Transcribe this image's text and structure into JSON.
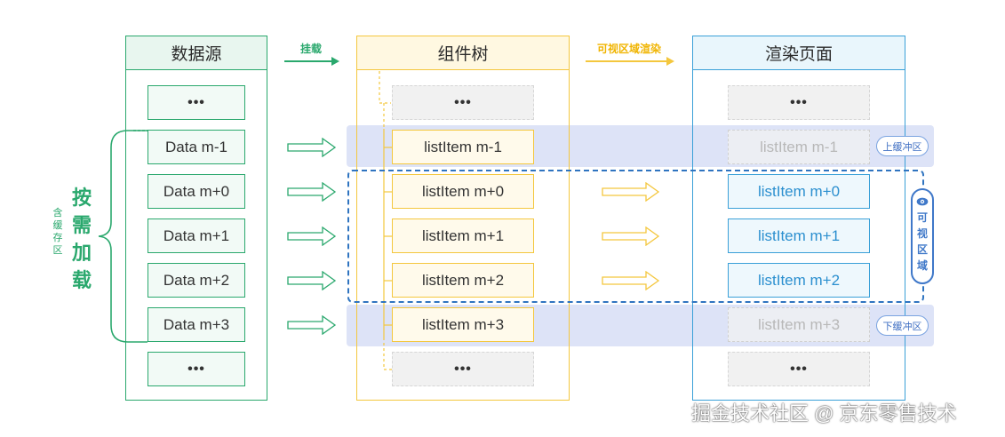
{
  "colors": {
    "green": "#2aa86d",
    "yellow": "#f4c73e",
    "blue": "#3aa0d8",
    "dashed_blue": "#2f74c0",
    "buffer_band": "#dde3f7"
  },
  "columns": {
    "data_source": {
      "title": "数据源",
      "items": [
        "•••",
        "Data m-1",
        "Data m+0",
        "Data m+1",
        "Data m+2",
        "Data m+3",
        "•••"
      ]
    },
    "component_tree": {
      "title": "组件树",
      "items": [
        "•••",
        "listItem m-1",
        "listItem m+0",
        "listItem m+1",
        "listItem m+2",
        "listItem m+3",
        "•••"
      ]
    },
    "render_page": {
      "title": "渲染页面",
      "items": [
        "•••",
        "listItem m-1",
        "listItem m+0",
        "listItem m+1",
        "listItem m+2",
        "listItem m+3",
        "•••"
      ]
    }
  },
  "edges": {
    "mount": "挂载",
    "visible_render": "可视区域渲染"
  },
  "annotations": {
    "on_demand_load": [
      "按",
      "需",
      "加",
      "载"
    ],
    "with_cache": [
      "含",
      "缓",
      "存",
      "区"
    ],
    "upper_buffer": "上缓冲区",
    "lower_buffer": "下缓冲区",
    "visible_area": [
      "可",
      "视",
      "区",
      "域"
    ],
    "eye_icon": "eye-icon"
  },
  "watermark": "掘金技术社区 @ 京东零售技术"
}
